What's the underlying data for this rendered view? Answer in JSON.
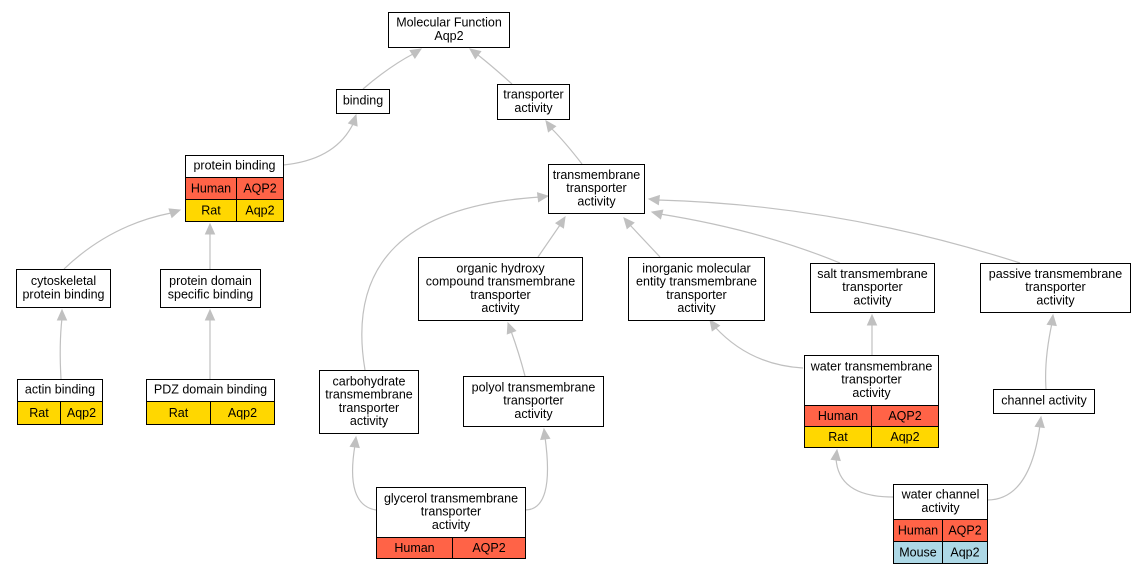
{
  "colors": {
    "Human": "#ff6347",
    "Rat": "#ffd700",
    "Mouse": "#add8e6"
  },
  "nodes": {
    "mf": {
      "lines": [
        "Molecular Function",
        "Aqp2"
      ],
      "rows": []
    },
    "bind": {
      "lines": [
        "binding"
      ],
      "rows": []
    },
    "trans": {
      "lines": [
        "transporter",
        "activity"
      ],
      "rows": []
    },
    "pbind": {
      "lines": [
        "protein binding"
      ],
      "rows": [
        [
          "Human",
          "AQP2"
        ],
        [
          "Rat",
          "Aqp2"
        ]
      ]
    },
    "tmta": {
      "lines": [
        "transmembrane",
        "transporter",
        "activity"
      ],
      "rows": []
    },
    "cyto": {
      "lines": [
        "cytoskeletal",
        "protein binding"
      ],
      "rows": []
    },
    "pdsb": {
      "lines": [
        "protein domain",
        "specific binding"
      ],
      "rows": []
    },
    "ohc": {
      "lines": [
        "organic hydroxy",
        "compound transmembrane",
        "transporter",
        "activity"
      ],
      "rows": []
    },
    "imol": {
      "lines": [
        "inorganic molecular",
        "entity transmembrane",
        "transporter",
        "activity"
      ],
      "rows": []
    },
    "salt": {
      "lines": [
        "salt transmembrane",
        "transporter",
        "activity"
      ],
      "rows": []
    },
    "pass": {
      "lines": [
        "passive transmembrane",
        "transporter",
        "activity"
      ],
      "rows": []
    },
    "actin": {
      "lines": [
        "actin binding"
      ],
      "rows": [
        [
          "Rat",
          "Aqp2"
        ]
      ]
    },
    "pdz": {
      "lines": [
        "PDZ domain binding"
      ],
      "rows": [
        [
          "Rat",
          "Aqp2"
        ]
      ]
    },
    "carb": {
      "lines": [
        "carbohydrate",
        "transmembrane",
        "transporter",
        "activity"
      ],
      "rows": []
    },
    "polyol": {
      "lines": [
        "polyol transmembrane",
        "transporter",
        "activity"
      ],
      "rows": []
    },
    "water": {
      "lines": [
        "water transmembrane",
        "transporter",
        "activity"
      ],
      "rows": [
        [
          "Human",
          "AQP2"
        ],
        [
          "Rat",
          "Aqp2"
        ]
      ]
    },
    "chan": {
      "lines": [
        "channel activity"
      ],
      "rows": []
    },
    "glyc": {
      "lines": [
        "glycerol transmembrane",
        "transporter",
        "activity"
      ],
      "rows": [
        [
          "Human",
          "AQP2"
        ]
      ]
    },
    "wchan": {
      "lines": [
        "water channel",
        "activity"
      ],
      "rows": [
        [
          "Human",
          "AQP2"
        ],
        [
          "Mouse",
          "Aqp2"
        ]
      ]
    }
  },
  "edges": [
    [
      "bind",
      "mf"
    ],
    [
      "trans",
      "mf"
    ],
    [
      "pbind",
      "bind"
    ],
    [
      "tmta",
      "trans"
    ],
    [
      "cyto",
      "pbind"
    ],
    [
      "pdsb",
      "pbind"
    ],
    [
      "actin",
      "cyto"
    ],
    [
      "pdz",
      "pdsb"
    ],
    [
      "ohc",
      "tmta"
    ],
    [
      "imol",
      "tmta"
    ],
    [
      "salt",
      "tmta"
    ],
    [
      "pass",
      "tmta"
    ],
    [
      "carb",
      "tmta"
    ],
    [
      "polyol",
      "ohc"
    ],
    [
      "water",
      "imol"
    ],
    [
      "water",
      "salt"
    ],
    [
      "chan",
      "pass"
    ],
    [
      "glyc",
      "carb"
    ],
    [
      "glyc",
      "polyol"
    ],
    [
      "wchan",
      "water"
    ],
    [
      "wchan",
      "chan"
    ]
  ]
}
